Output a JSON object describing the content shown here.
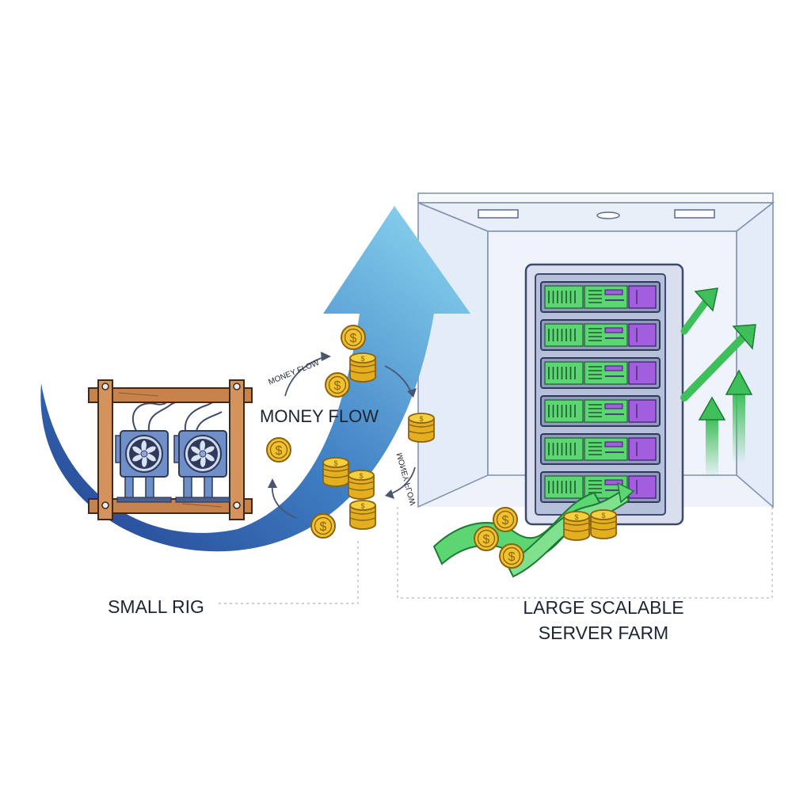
{
  "labels": {
    "money_flow": "MONEY FLOW",
    "money_flow_small_top": "MONEY FLOW",
    "money_flow_small_side": "MONEY FLOW",
    "small_rig": "SMALL RIG",
    "server_farm_line1": "LARGE SCALABLE",
    "server_farm_line2": "SERVER FARM"
  },
  "coin_symbol": "$",
  "colors": {
    "arrow_light": "#7fd3f0",
    "arrow_dark": "#23408f",
    "coin_gold": "#f2c22e",
    "server_green": "#5cd672",
    "server_purple": "#a35ee0",
    "growth_green": "#35b24f",
    "wood": "#c8834c",
    "rig_blue": "#6e8fc7"
  },
  "icons": [
    "wooden-frame-icon",
    "fan-icon",
    "coin-icon",
    "server-rack-icon",
    "growth-arrow-icon",
    "money-ribbon-icon"
  ]
}
